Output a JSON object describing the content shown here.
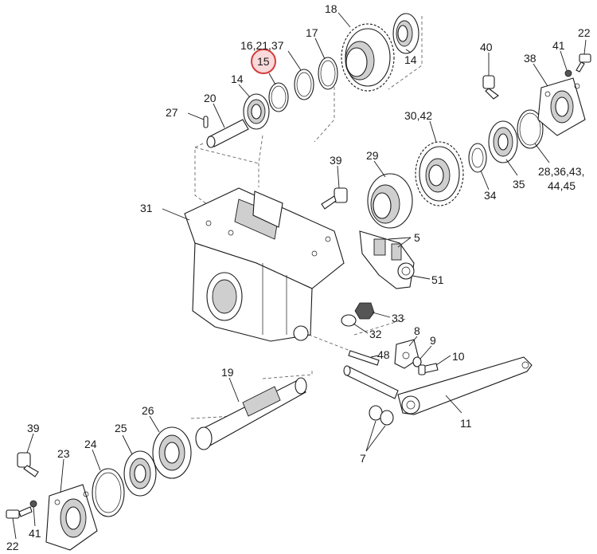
{
  "labels": {
    "l18": "18",
    "l14a": "14",
    "l16": "16,21,37",
    "l15": "15",
    "l17": "17",
    "l14b": "14",
    "l20": "20",
    "l27": "27",
    "l40": "40",
    "l38": "38",
    "l41a": "41",
    "l22a": "22",
    "l30": "30,42",
    "l28": "28,36,43,",
    "l44": "44,45",
    "l35": "35",
    "l34": "34",
    "l39a": "39",
    "l29": "29",
    "l31": "31",
    "l5": "5",
    "l51": "51",
    "l33": "33",
    "l32": "32",
    "l8": "8",
    "l9": "9",
    "l48": "48",
    "l10": "10",
    "l19": "19",
    "l11": "11",
    "l26": "26",
    "l25": "25",
    "l24": "24",
    "l23": "23",
    "l39b": "39",
    "l7": "7",
    "l22b": "22",
    "l41b": "41"
  },
  "highlight": {
    "color": "#d33d3d"
  }
}
